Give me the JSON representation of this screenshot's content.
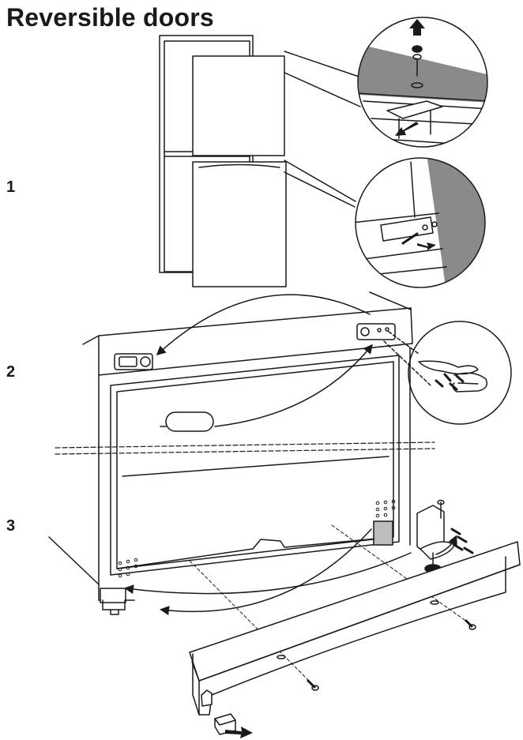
{
  "page": {
    "title": "Reversible doors",
    "steps": [
      "1",
      "2",
      "3"
    ]
  },
  "colors": {
    "line": "#1a1a1a",
    "shade": "#8a8a8a",
    "light_shade": "#bdbdbd",
    "background": "#ffffff"
  },
  "icons": [
    "arrow-up-icon",
    "arrow-down-right-icon",
    "curved-arrow-icon",
    "screw-icon"
  ]
}
